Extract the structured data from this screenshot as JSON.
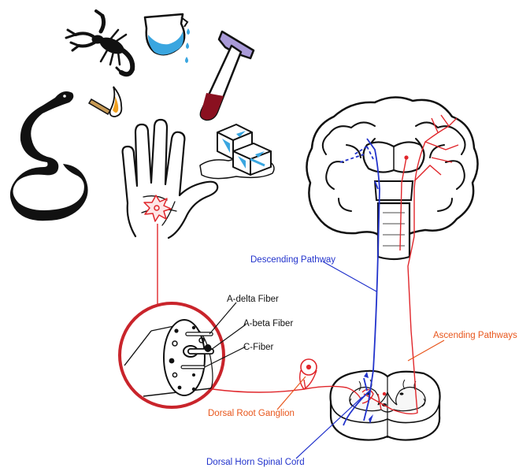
{
  "labels": {
    "descending_pathway": "Descending Pathway",
    "ascending_pathways": "Ascending Pathways",
    "a_delta_fiber": "A-delta Fiber",
    "a_beta_fiber": "A-beta Fiber",
    "c_fiber": "C-Fiber",
    "dorsal_root_ganglion": "Dorsal Root Ganglion",
    "dorsal_horn_spinal_cord": "Dorsal Horn Spinal Cord"
  },
  "stimulus_icons": [
    "scorpion-icon",
    "chemical-flask-icon",
    "hammer-icon",
    "snake-icon",
    "lit-match-icon",
    "ice-cubes-icon",
    "hand-icon"
  ],
  "colors": {
    "ascending": "#e0262b",
    "descending": "#2233cc",
    "label_orange": "#e8561c",
    "label_blue": "#2233cc",
    "outline": "#111111",
    "liquid": "#3aa6e0",
    "blood": "#8a1020",
    "hammer_head": "#a99ad8"
  }
}
